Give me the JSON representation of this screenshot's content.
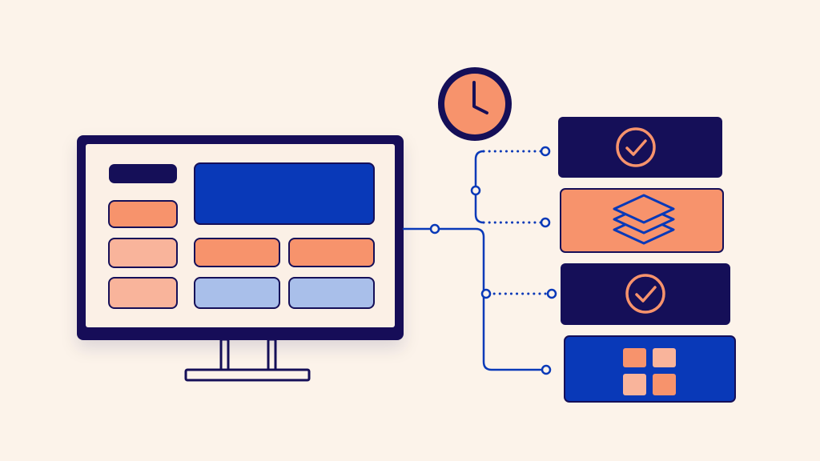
{
  "colors": {
    "background": "#FCF3EA",
    "navy": "#150F58",
    "blue": "#0939B8",
    "orange": "#F7936C",
    "light_orange": "#F9B49B",
    "light_blue": "#A9BFEA",
    "screen": "#FBF0E6",
    "white": "#FFFFFF"
  },
  "monitor": {
    "icon": "monitor-icon",
    "widgets": [
      {
        "name": "screen-nav-pill",
        "color": "navy"
      },
      {
        "name": "screen-hero-block",
        "color": "blue"
      },
      {
        "name": "screen-sidebar-item-1",
        "color": "orange"
      },
      {
        "name": "screen-sidebar-item-2",
        "color": "light_orange"
      },
      {
        "name": "screen-sidebar-item-3",
        "color": "light_orange"
      },
      {
        "name": "screen-card-orange-1",
        "color": "orange"
      },
      {
        "name": "screen-card-orange-2",
        "color": "orange"
      },
      {
        "name": "screen-card-blue-1",
        "color": "light_blue"
      },
      {
        "name": "screen-card-blue-2",
        "color": "light_blue"
      }
    ]
  },
  "clock": {
    "icon": "clock-icon"
  },
  "cards": [
    {
      "name": "task-card-check-1",
      "icon": "check-circle-icon",
      "fill": "navy"
    },
    {
      "name": "task-card-layers",
      "icon": "layers-icon",
      "fill": "orange"
    },
    {
      "name": "task-card-check-2",
      "icon": "check-circle-icon",
      "fill": "navy"
    },
    {
      "name": "task-card-grid",
      "icon": "grid-icon",
      "fill": "blue"
    }
  ]
}
